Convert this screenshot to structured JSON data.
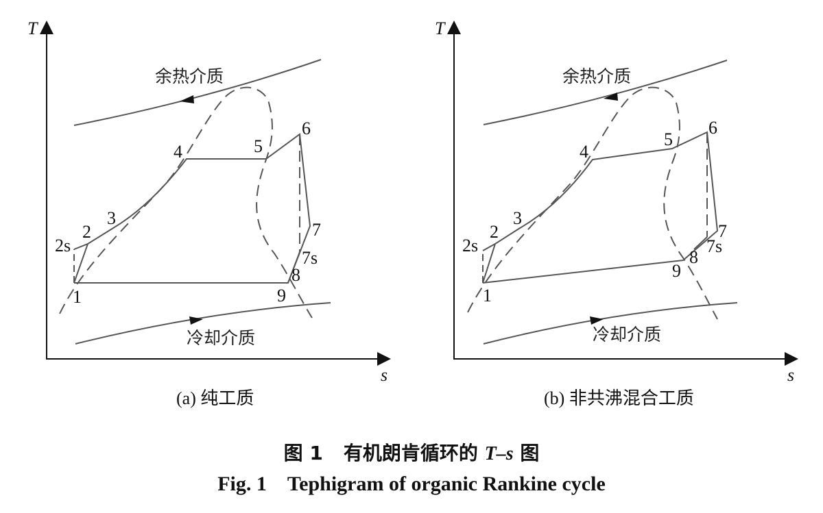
{
  "axes": {
    "y_label": "T",
    "x_label": "s"
  },
  "panels": [
    {
      "id": "a",
      "subcaption": "(a) 纯工质",
      "heat_source_label": "余热介质",
      "cooling_label": "冷却介质",
      "points": [
        "1",
        "2s",
        "2",
        "3",
        "4",
        "5",
        "6",
        "7",
        "7s",
        "8",
        "9"
      ]
    },
    {
      "id": "b",
      "subcaption": "(b) 非共沸混合工质",
      "heat_source_label": "余热介质",
      "cooling_label": "冷却介质",
      "points": [
        "1",
        "2s",
        "2",
        "3",
        "4",
        "5",
        "6",
        "7",
        "7s",
        "8",
        "9"
      ]
    }
  ],
  "caption": {
    "cn_fig": "图 1",
    "cn_text": "有机朗肯循环的",
    "cn_ts": "T–s",
    "cn_tail": "图",
    "en_fig": "Fig. 1",
    "en_text": "Tephigram of organic Rankine cycle"
  },
  "colors": {
    "line": "#555555",
    "axis": "#111111"
  }
}
